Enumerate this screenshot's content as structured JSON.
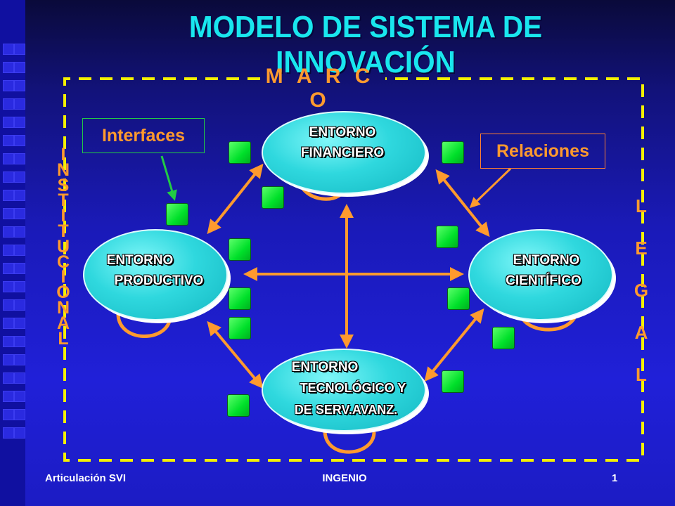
{
  "title": "MODELO DE SISTEMA DE INNOVACIÓN",
  "marco": "M A R C O",
  "institucional": [
    "I",
    "N",
    "S",
    "T",
    "I",
    "T",
    "U",
    "C",
    "I",
    "O",
    "N",
    "A",
    "L"
  ],
  "legal": [
    "L",
    "E",
    "G",
    "A",
    "L"
  ],
  "labels": {
    "interfaces": "Interfaces",
    "relaciones": "Relaciones"
  },
  "entornos": {
    "financiero": [
      "ENTORNO",
      "FINANCIERO"
    ],
    "productivo": [
      "ENTORNO",
      "PRODUCTIVO"
    ],
    "cientifico": [
      "ENTORNO",
      "CIENTÍFICO"
    ],
    "tecnologico": [
      "ENTORNO",
      "TECNOLÓGICO Y",
      "DE SERV.AVANZ."
    ]
  },
  "footer": {
    "left": "Articulación SVI",
    "center": "INGENIO",
    "page": "1"
  },
  "colors": {
    "title": "#19e6ee",
    "accent_orange": "#ff9a2e",
    "interface_green": "#00ee30",
    "interfaces_box": "#22cc44",
    "relaciones_box": "#ff8030",
    "ellipse_fill": "#2fd8de"
  }
}
